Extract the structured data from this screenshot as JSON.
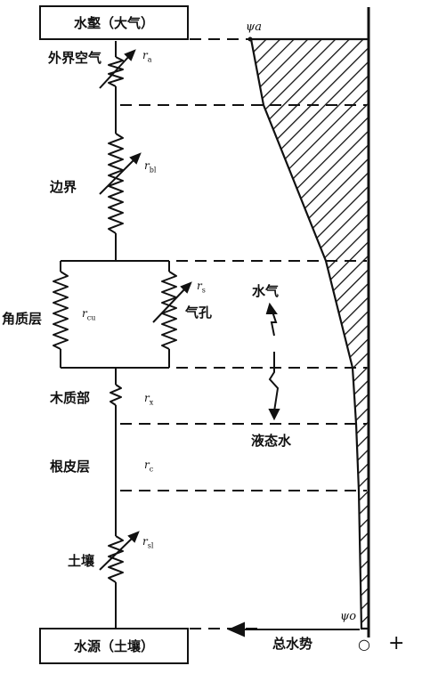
{
  "boxes": {
    "top": "水壑（大气）",
    "bottom": "水源（土壤）"
  },
  "layers": {
    "outer_air": "外界空气",
    "boundary": "边界",
    "cuticle": "角质层",
    "stomata": "气孔",
    "xylem": "木质部",
    "root_cortex": "根皮层",
    "soil": "土壤"
  },
  "resistances": {
    "ra": {
      "sym": "r",
      "sub": "a"
    },
    "rbl": {
      "sym": "r",
      "sub": "bl"
    },
    "rs": {
      "sym": "r",
      "sub": "s"
    },
    "rcu": {
      "sym": "r",
      "sub": "cu"
    },
    "rx": {
      "sym": "r",
      "sub": "x"
    },
    "rc": {
      "sym": "r",
      "sub": "c"
    },
    "rsl": {
      "sym": "r",
      "sub": "sl"
    }
  },
  "phases": {
    "vapor": "水气",
    "liquid": "液态水"
  },
  "potential": {
    "psi_a": "ψa",
    "psi_o": "ψo",
    "axis_label": "总水势",
    "zero": "○",
    "plus": "+"
  },
  "colors": {
    "ink": "#111111",
    "paper": "#ffffff"
  }
}
